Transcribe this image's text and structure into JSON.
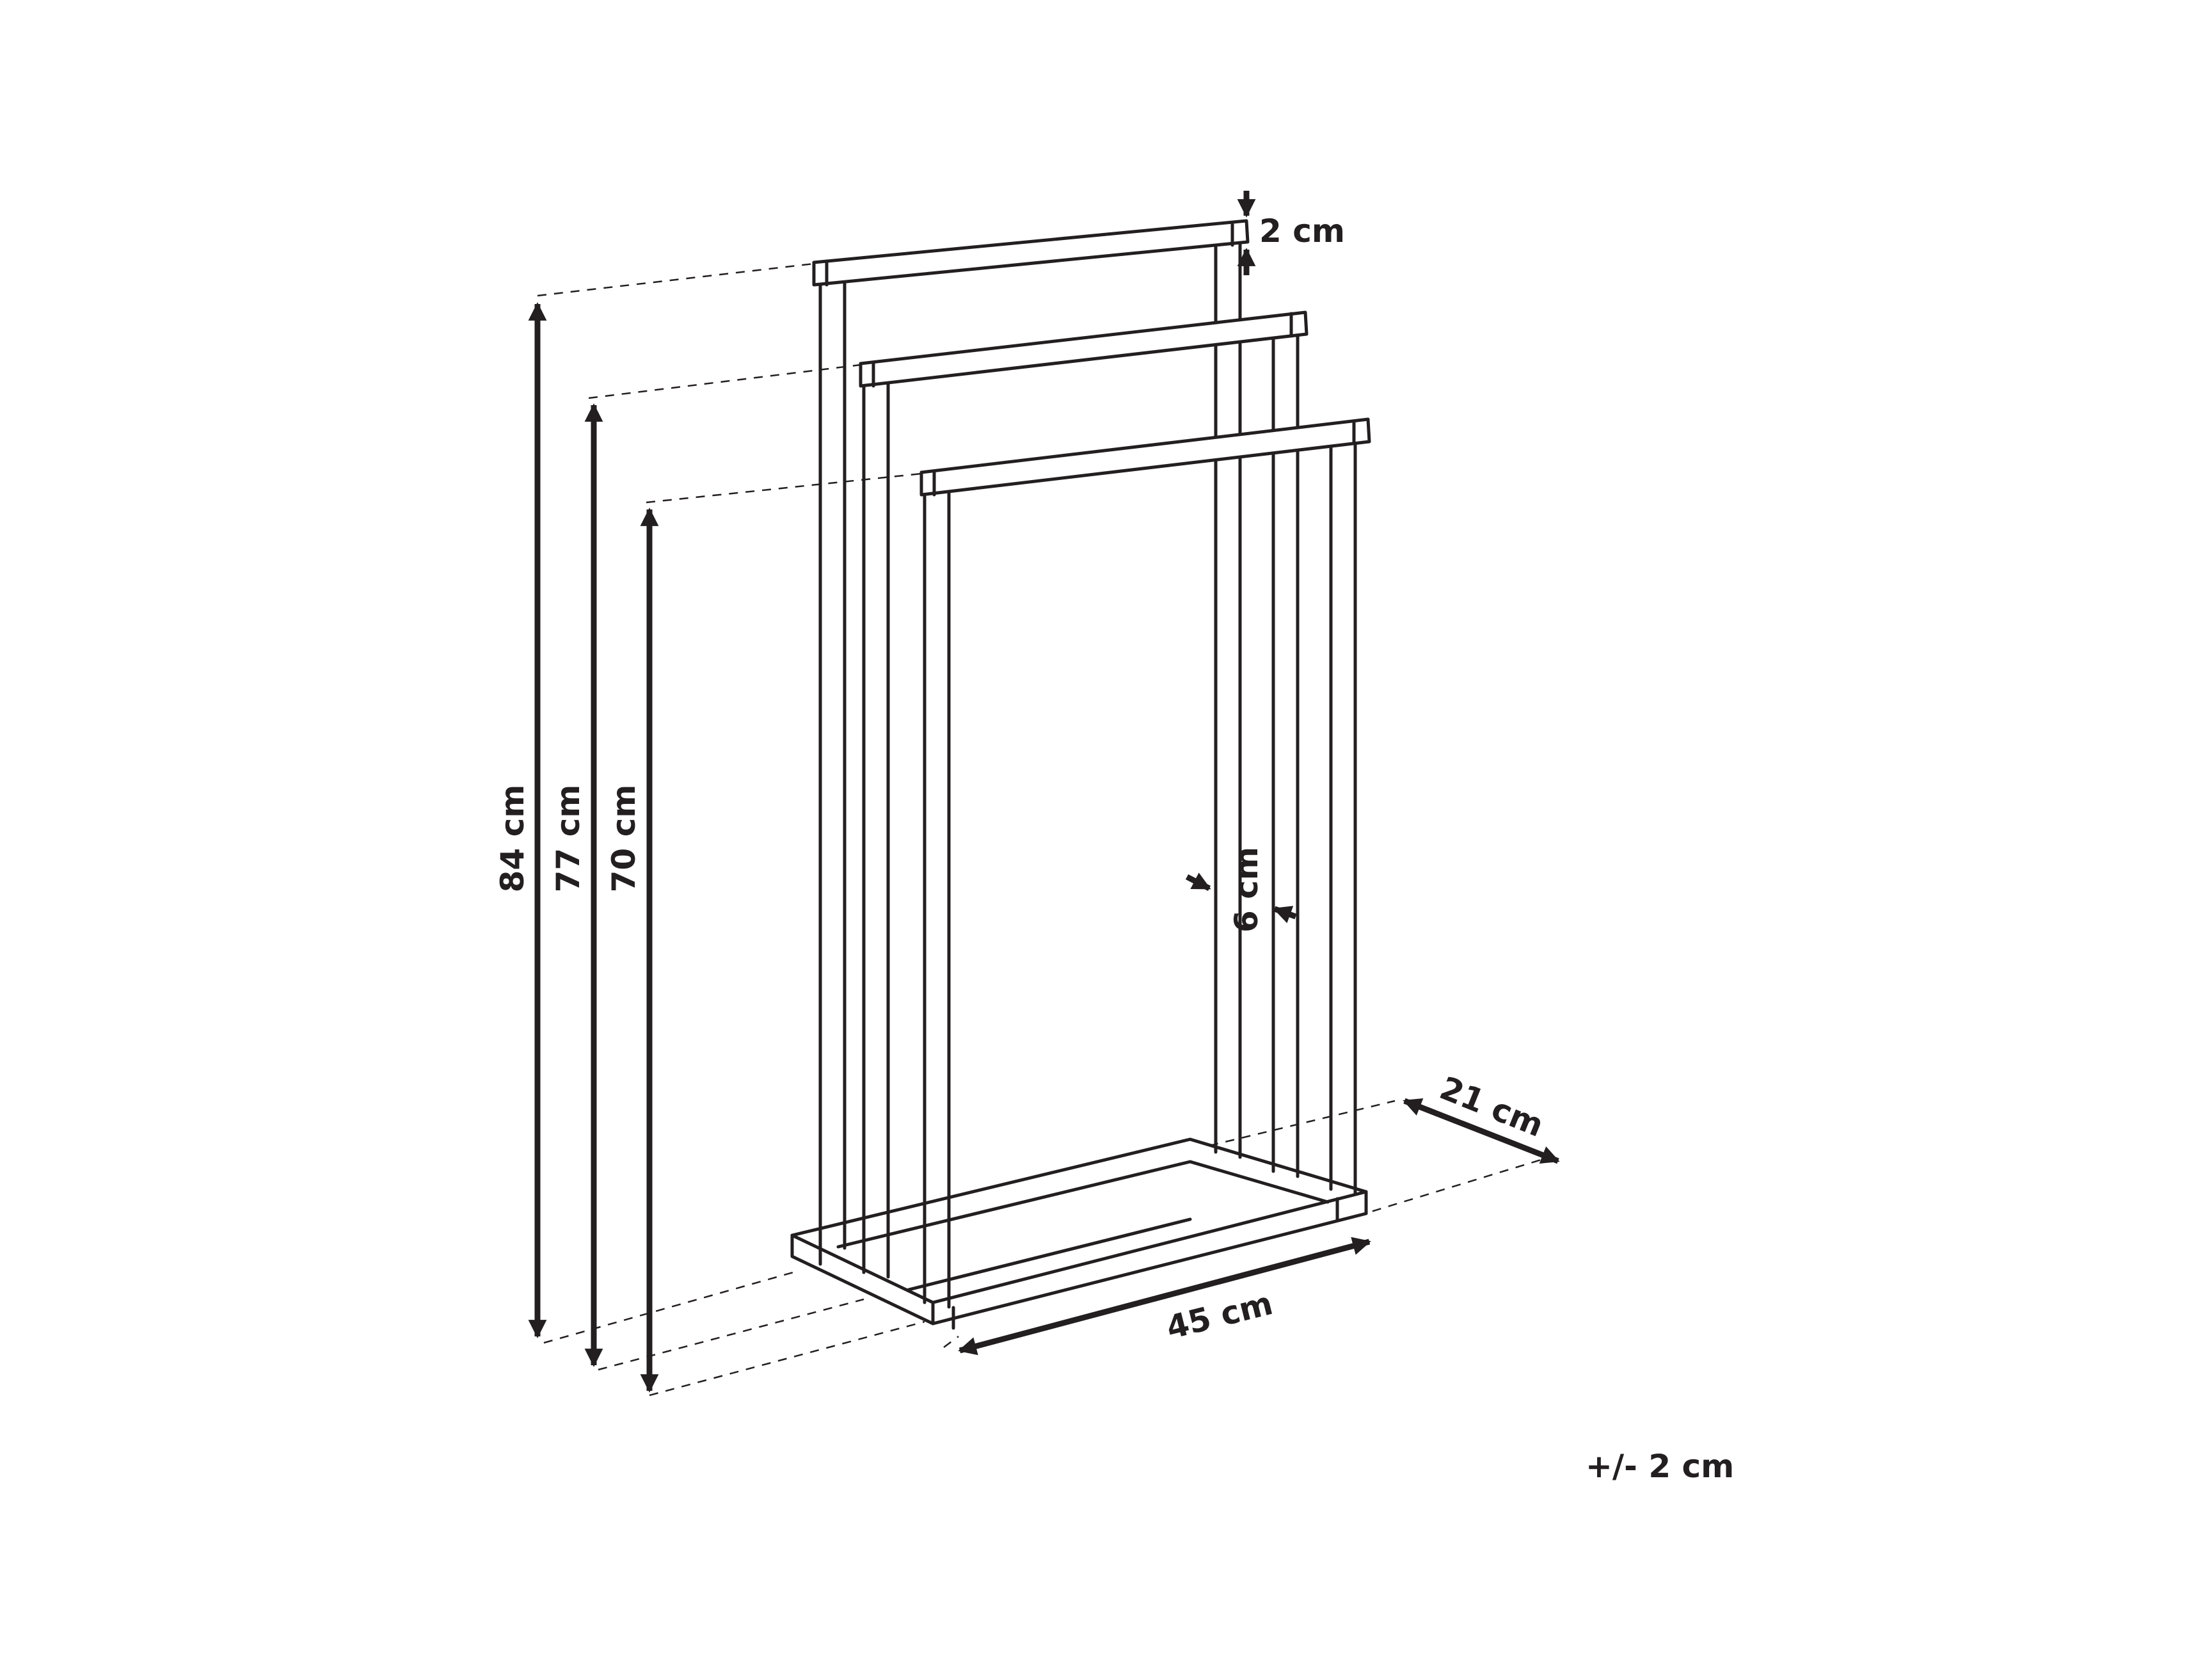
{
  "dimensions": {
    "height_top": "84 cm",
    "height_middle": "77 cm",
    "height_bottom": "70 cm",
    "bar_thickness": "2 cm",
    "rail_spacing": "6 cm",
    "depth": "21 cm",
    "width": "45 cm"
  },
  "tolerance": "+/- 2 cm",
  "colors": {
    "line": "#231f20",
    "background": "#ffffff"
  }
}
